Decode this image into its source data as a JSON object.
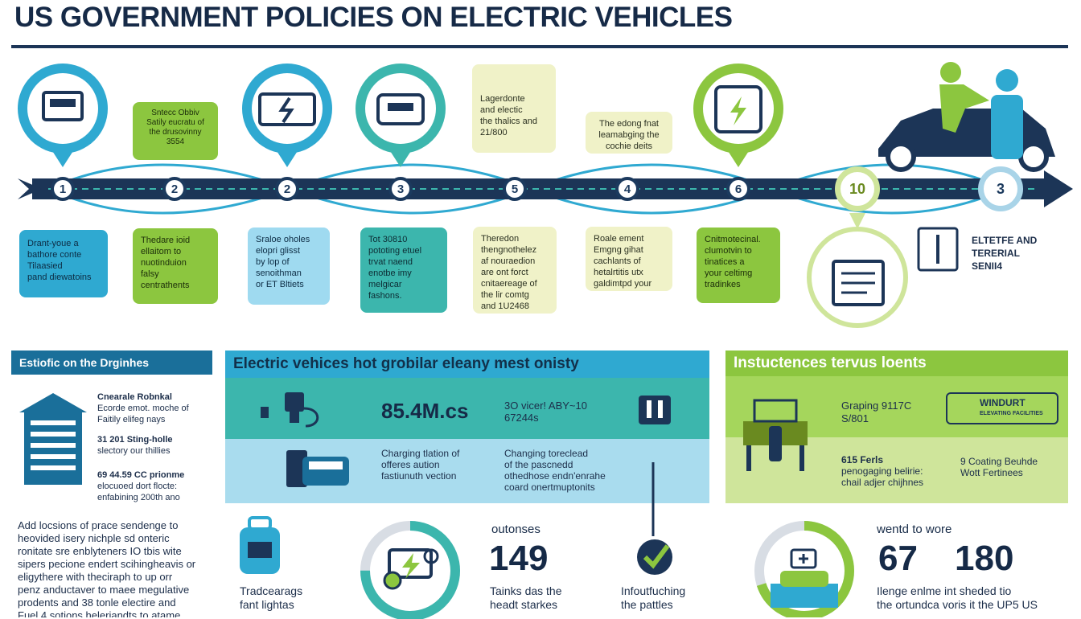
{
  "header": {
    "title": "US GOVERNMENT POLICIES ON ELECTRIC VEHICLES"
  },
  "timeline": {
    "nodes": [
      "1",
      "2",
      "2",
      "3",
      "5",
      "4",
      "6",
      "10",
      "3"
    ]
  },
  "upper_callouts": [
    {
      "lines": [
        "Sntecc Obbiv",
        "Satily eucratu of",
        "the drusovinny",
        "3554"
      ]
    },
    {
      "lines": [
        "Lagerdonte",
        "and electic",
        "the thalics and",
        "21/800"
      ]
    },
    {
      "lines": [
        "The edong fnat",
        "leamabging the",
        "cochie deits"
      ]
    }
  ],
  "lower_boxes": [
    {
      "lines": [
        "Drant-youe a",
        "bathore conte",
        "Tilaasied",
        "pand diewatoins"
      ]
    },
    {
      "lines": [
        "Thedare ioid",
        "ellaitom to",
        "nuotinduion",
        "falsy",
        "centrathents"
      ]
    },
    {
      "lines": [
        "Sraloe oholes",
        "elopri glisst",
        "by lop of",
        "senoithman",
        "or ET Bltiets"
      ]
    },
    {
      "lines": [
        "Tot 30810",
        "pototing etuel",
        "trvat naend",
        "enotbe imy",
        "melgicar",
        "fashons."
      ]
    },
    {
      "lines": [
        "Theredon",
        "thengnothelez",
        "af nouraedion",
        "are ont forct",
        "cnitaereage of",
        "the lir comtg",
        "and 1U2468"
      ]
    },
    {
      "lines": [
        "Roale ement",
        "Emgng gihat",
        "cachlants of",
        "hetalrtitis utx",
        "galdimtpd your"
      ]
    }
  ],
  "right_note": {
    "lines": [
      "ELTETFE AND",
      "TERERIAL",
      "SENII4"
    ]
  },
  "green_box": {
    "lines": [
      "Cnitmotecinal.",
      "clumotvin to",
      "tinatices a",
      "your celtimg",
      "tradinkes"
    ]
  },
  "panel_left": {
    "heading": "Estiofic on the Drginhes",
    "item1": [
      "Cnearale Robnkal",
      "Ecorde emot. moche of",
      "Faitily elifeg nays"
    ],
    "item2": [
      "31 201 Sting-holle",
      "slectory our thillies"
    ],
    "item3": [
      "69 44.59 CC prionme",
      "elocuoed dort flocte:",
      "enfabining 200th ano"
    ],
    "paragraph": [
      "Add locsions of prace sendenge to",
      "heovided isery nichple sd onteric",
      "ronitate sre enblyteners IO tbis wite",
      "sipers pecione endert scihingheavis or",
      "eligythere with theciraph to up orr",
      "penz anductaver to maee megulative",
      "prodents and 38 tonle electire and",
      "Fuel 4 sotions heleriandts to atame"
    ]
  },
  "panel_mid": {
    "heading": "Electric vehices hot grobilar eleany mest onisty",
    "stat": "85.4M.cs",
    "stat_side": [
      "3O vicer! ABY~10",
      "67244s"
    ],
    "row2_a": [
      "Charging tlation of",
      "offeres aution",
      "fastiunuth vection"
    ],
    "row2_b": [
      "Changing toreclead",
      "of the pascnedd",
      "othedhose endn'enrahe",
      "coard onertmuptonits"
    ]
  },
  "panel_right": {
    "heading": "Instuctences tervus loents",
    "row1": [
      "Graping 9117C",
      "S/801"
    ],
    "badge": [
      "WINDURT",
      "ELEVATING FACILITIES"
    ],
    "row2_a": [
      "615 Ferls",
      "penogaging belirie:",
      "chail adjer chijhnes"
    ],
    "row2_b": [
      "9 Coating Beuhde",
      "Wott Fertinees"
    ]
  },
  "bottom": {
    "label1": [
      "Tradcearags",
      "fant lightas"
    ],
    "small_heading": "outonses",
    "num1": "149",
    "label2": [
      "Tainks das the",
      "headt starkes"
    ],
    "label3": [
      "Infoutfuching",
      "the pattles"
    ],
    "right_heading": "wentd to wore",
    "num2": "67",
    "num3": "180",
    "label4": [
      "Ilenge enlme int sheded tio",
      "the ortundca voris it the UP5 US"
    ]
  },
  "colors": {
    "navy": "#1c3557",
    "blue": "#2fa9d1",
    "green": "#8cc63f",
    "teal": "#3cb6ad",
    "dark_teal": "#1a6f9a"
  },
  "gauges": {
    "gauge1_fraction": 0.75,
    "gauge2_fraction": 0.7
  }
}
